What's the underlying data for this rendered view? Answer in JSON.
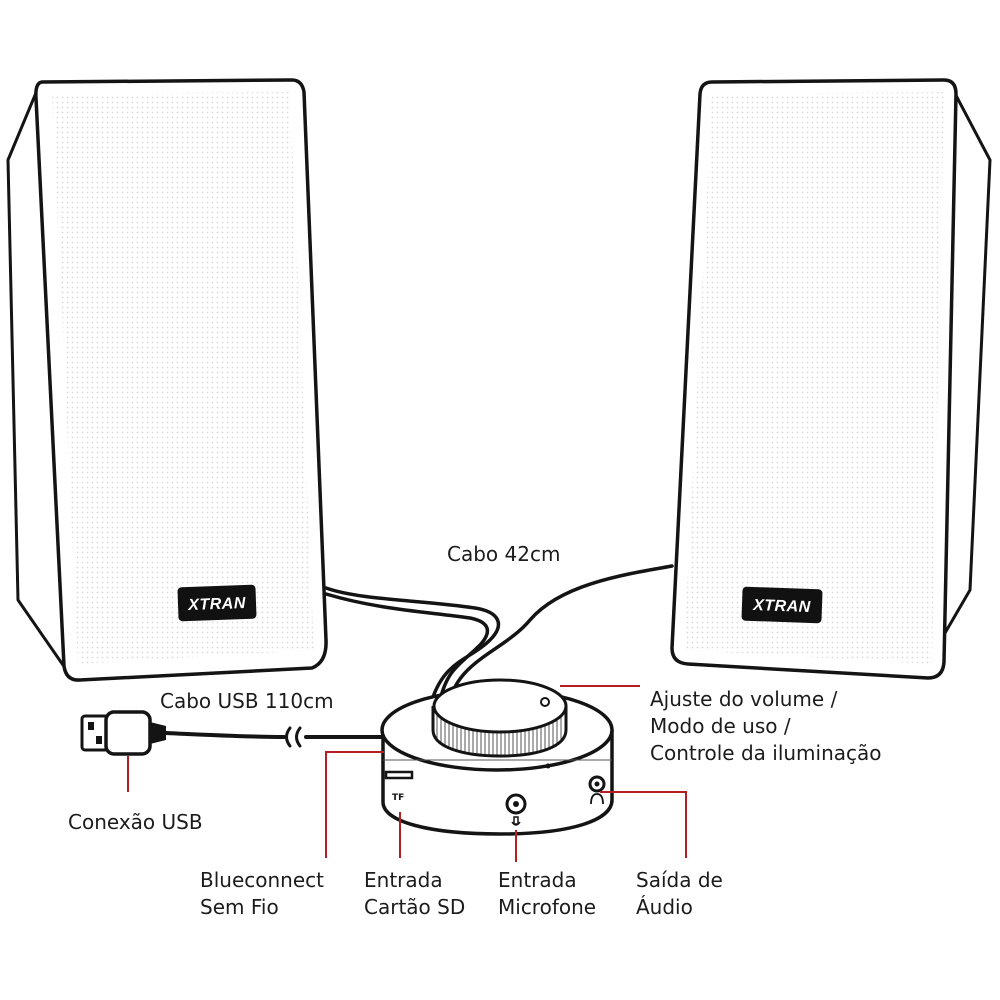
{
  "brand": {
    "left_speaker_logo": "XTRAN",
    "right_speaker_logo": "XTRAN"
  },
  "labels": {
    "cable_42": "Cabo 42cm",
    "usb_cable": "Cabo USB 110cm",
    "usb_connection": "Conexão USB",
    "volume": {
      "line1": "Ajuste do volume /",
      "line2": "Modo de uso /",
      "line3": "Controle da iluminação"
    },
    "bluetooth": {
      "line1": "Blueconnect",
      "line2": "Sem Fio"
    },
    "sd_card": {
      "line1": "Entrada",
      "line2": "Cartão SD"
    },
    "microphone": {
      "line1": "Entrada",
      "line2": "Microfone"
    },
    "audio_out": {
      "line1": "Saída de",
      "line2": "Áudio"
    }
  },
  "colors": {
    "outline": "#141414",
    "leader_line": "#b51f24",
    "speaker_grille": "#d9d9d9"
  }
}
